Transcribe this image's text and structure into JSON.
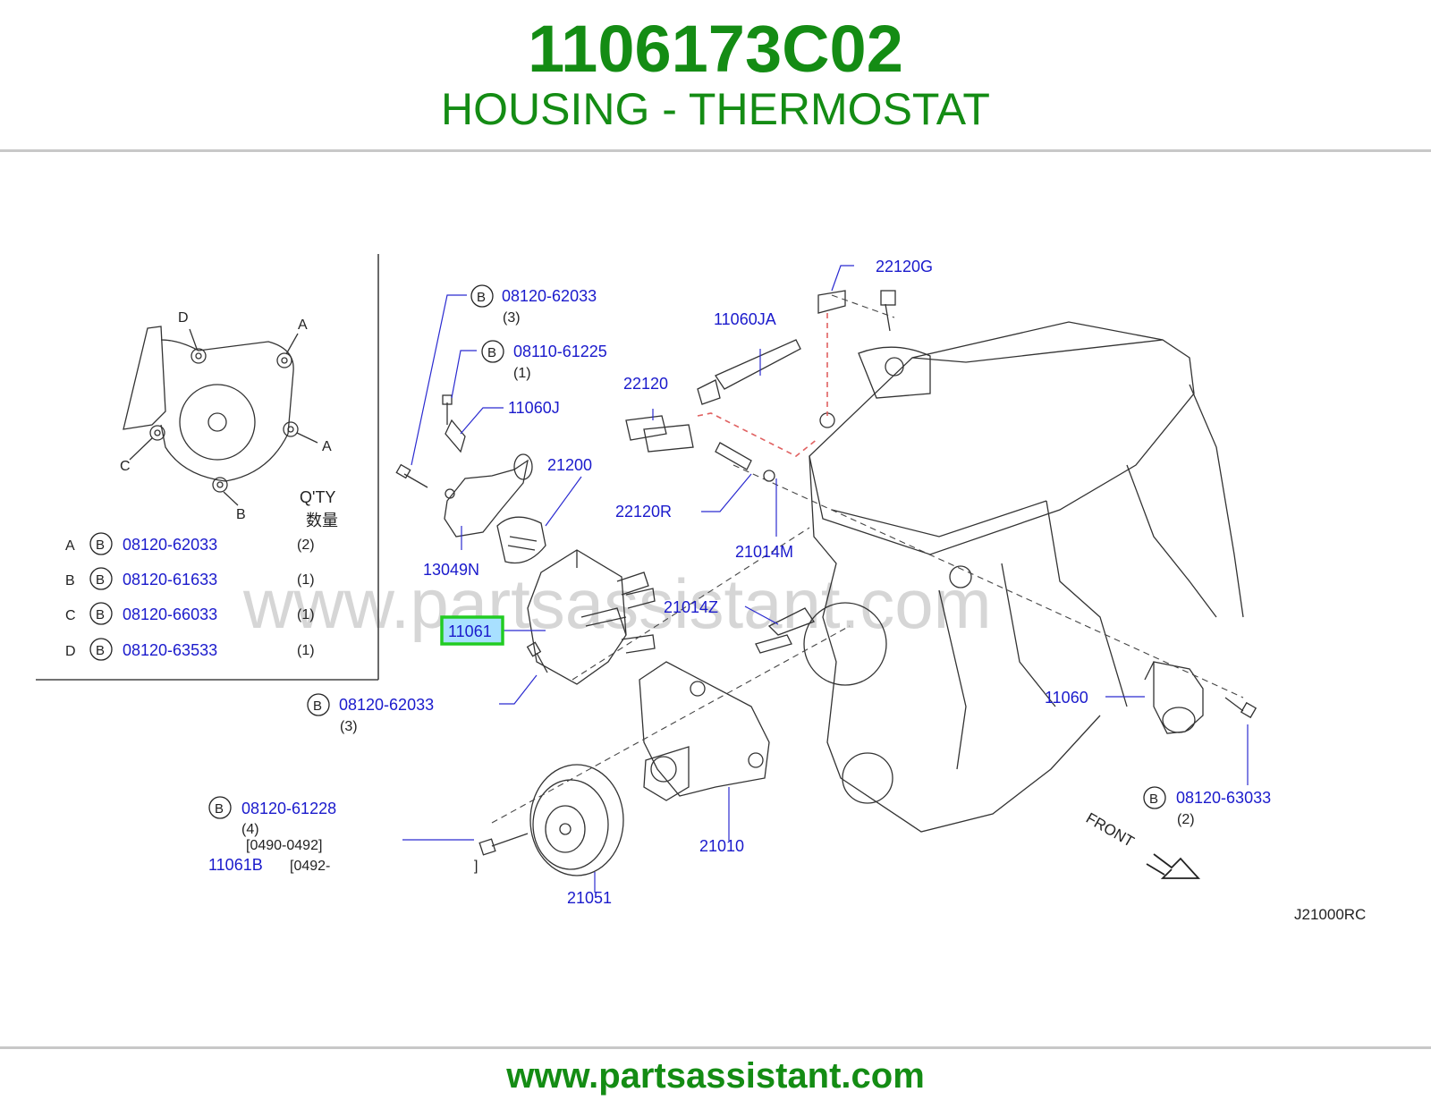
{
  "header": {
    "part_number": "1106173C02",
    "part_name": "HOUSING - THERMOSTAT"
  },
  "footer": {
    "url": "www.partsassistant.com"
  },
  "diagram": {
    "watermark": "www.partsassistant.com",
    "drawing_code": "J21000RC",
    "front_label": "FRONT",
    "bolt_marker": "B",
    "qty_header": "Q'TY",
    "qty_header_cjk": "数量",
    "highlighted_part": "11061",
    "inset_view_letters": [
      "D",
      "A",
      "A",
      "C",
      "B"
    ],
    "inset_table": [
      {
        "letter": "A",
        "part": "08120-62033",
        "qty": "(2)"
      },
      {
        "letter": "B",
        "part": "08120-61633",
        "qty": "(1)"
      },
      {
        "letter": "C",
        "part": "08120-66033",
        "qty": "(1)"
      },
      {
        "letter": "D",
        "part": "08120-63533",
        "qty": "(1)"
      }
    ],
    "callouts": {
      "c_22120G": "22120G",
      "c_08120_62033_top": "08120-62033",
      "c_08120_62033_top_qty": "(3)",
      "c_11060JA": "11060JA",
      "c_08110_61225": "08110-61225",
      "c_08110_61225_qty": "(1)",
      "c_22120": "22120",
      "c_11060J": "11060J",
      "c_21200": "21200",
      "c_22120R": "22120R",
      "c_21014M": "21014M",
      "c_13049N": "13049N",
      "c_21014Z": "21014Z",
      "c_11061": "11061",
      "c_08120_62033_mid": "08120-62033",
      "c_08120_62033_mid_qty": "(3)",
      "c_11060": "11060",
      "c_08120_63033": "08120-63033",
      "c_08120_63033_qty": "(2)",
      "c_08120_61228": "08120-61228",
      "c_08120_61228_qty": "(4)",
      "c_range_a": "[0490-0492]",
      "c_11061B": "11061B",
      "c_range_b_start": "[0492-",
      "c_range_b_end": "]",
      "c_21010": "21010",
      "c_21051": "21051"
    }
  },
  "colors": {
    "title_green": "#148c14",
    "callout_blue": "#1a1acc",
    "line_blue": "#2a2ad0",
    "highlight_green": "#22cc22",
    "highlight_fill": "#a8e0ff",
    "harness_red": "#e06060",
    "text_black": "#222222",
    "watermark_gray": "#d6d6d6",
    "drawing_gray": "#333333"
  }
}
